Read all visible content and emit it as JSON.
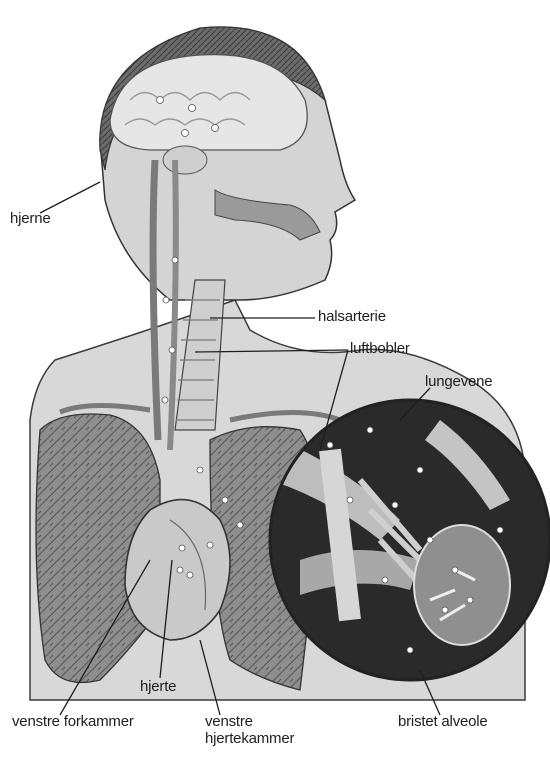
{
  "labels": {
    "brain": "hjerne",
    "carotid_artery": "halsarterie",
    "air_bubbles": "luftbobler",
    "pulmonary_vein": "lungevene",
    "heart": "hjerte",
    "left_atrium": "venstre forkammer",
    "left_ventricle": "venstre hjertekammer",
    "burst_alveolus": "bristet alveole"
  },
  "colors": {
    "ink": "#1e1e1e",
    "skin": "#d2d2d2",
    "brain": "#e4e4e4",
    "lung": "#9a9a9a",
    "heart": "#c8c8c8",
    "lens_background": "#2a2a2a"
  }
}
